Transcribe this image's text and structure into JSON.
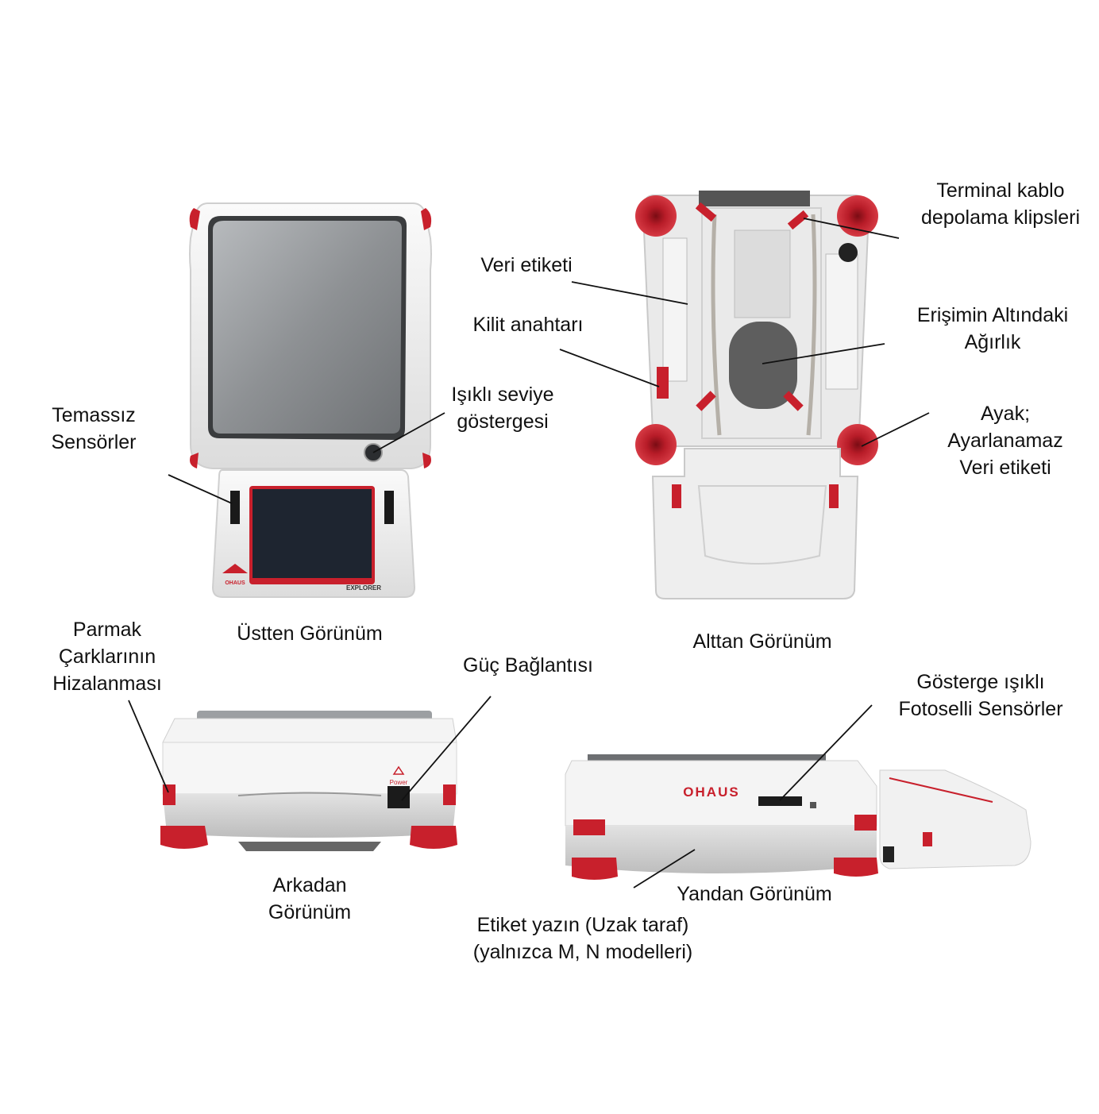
{
  "views": {
    "top": "Üstten Görünüm",
    "bottom": "Alttan Görünüm",
    "back": [
      "Arkadan",
      "Görünüm"
    ],
    "side": "Yandan Görünüm"
  },
  "callouts": {
    "touchless_sensors": [
      "Temassız",
      "Sensörler"
    ],
    "level_indicator": [
      "Işıklı seviye",
      "göstergesi"
    ],
    "data_label": "Veri etiketi",
    "lock_switch": "Kilit anahtarı",
    "cable_clips": [
      "Terminal kablo",
      "depolama klipsleri"
    ],
    "below_weigh": [
      "Erişimin Altındaki",
      "Ağırlık"
    ],
    "foot": [
      "Ayak;",
      "Ayarlanamaz",
      "Veri etiketi"
    ],
    "thumbwheel": [
      "Parmak",
      "Çarklarının",
      "Hizalanması"
    ],
    "power": "Güç Bağlantısı",
    "photo_sensors": [
      "Gösterge ışıklı",
      "Fotoselli Sensörler"
    ],
    "label_printer": [
      "Etiket yazın (Uzak taraf)",
      "(yalnızca M, N modelleri)"
    ]
  },
  "device_text": {
    "brand": "OHAUS",
    "model": "EXPLORER",
    "power_port": "Power"
  },
  "colors": {
    "accent_red": "#c8202c",
    "body_white": "#f2f2f2",
    "pan_gray": "#8a8d90",
    "screen": "#1e2530"
  }
}
